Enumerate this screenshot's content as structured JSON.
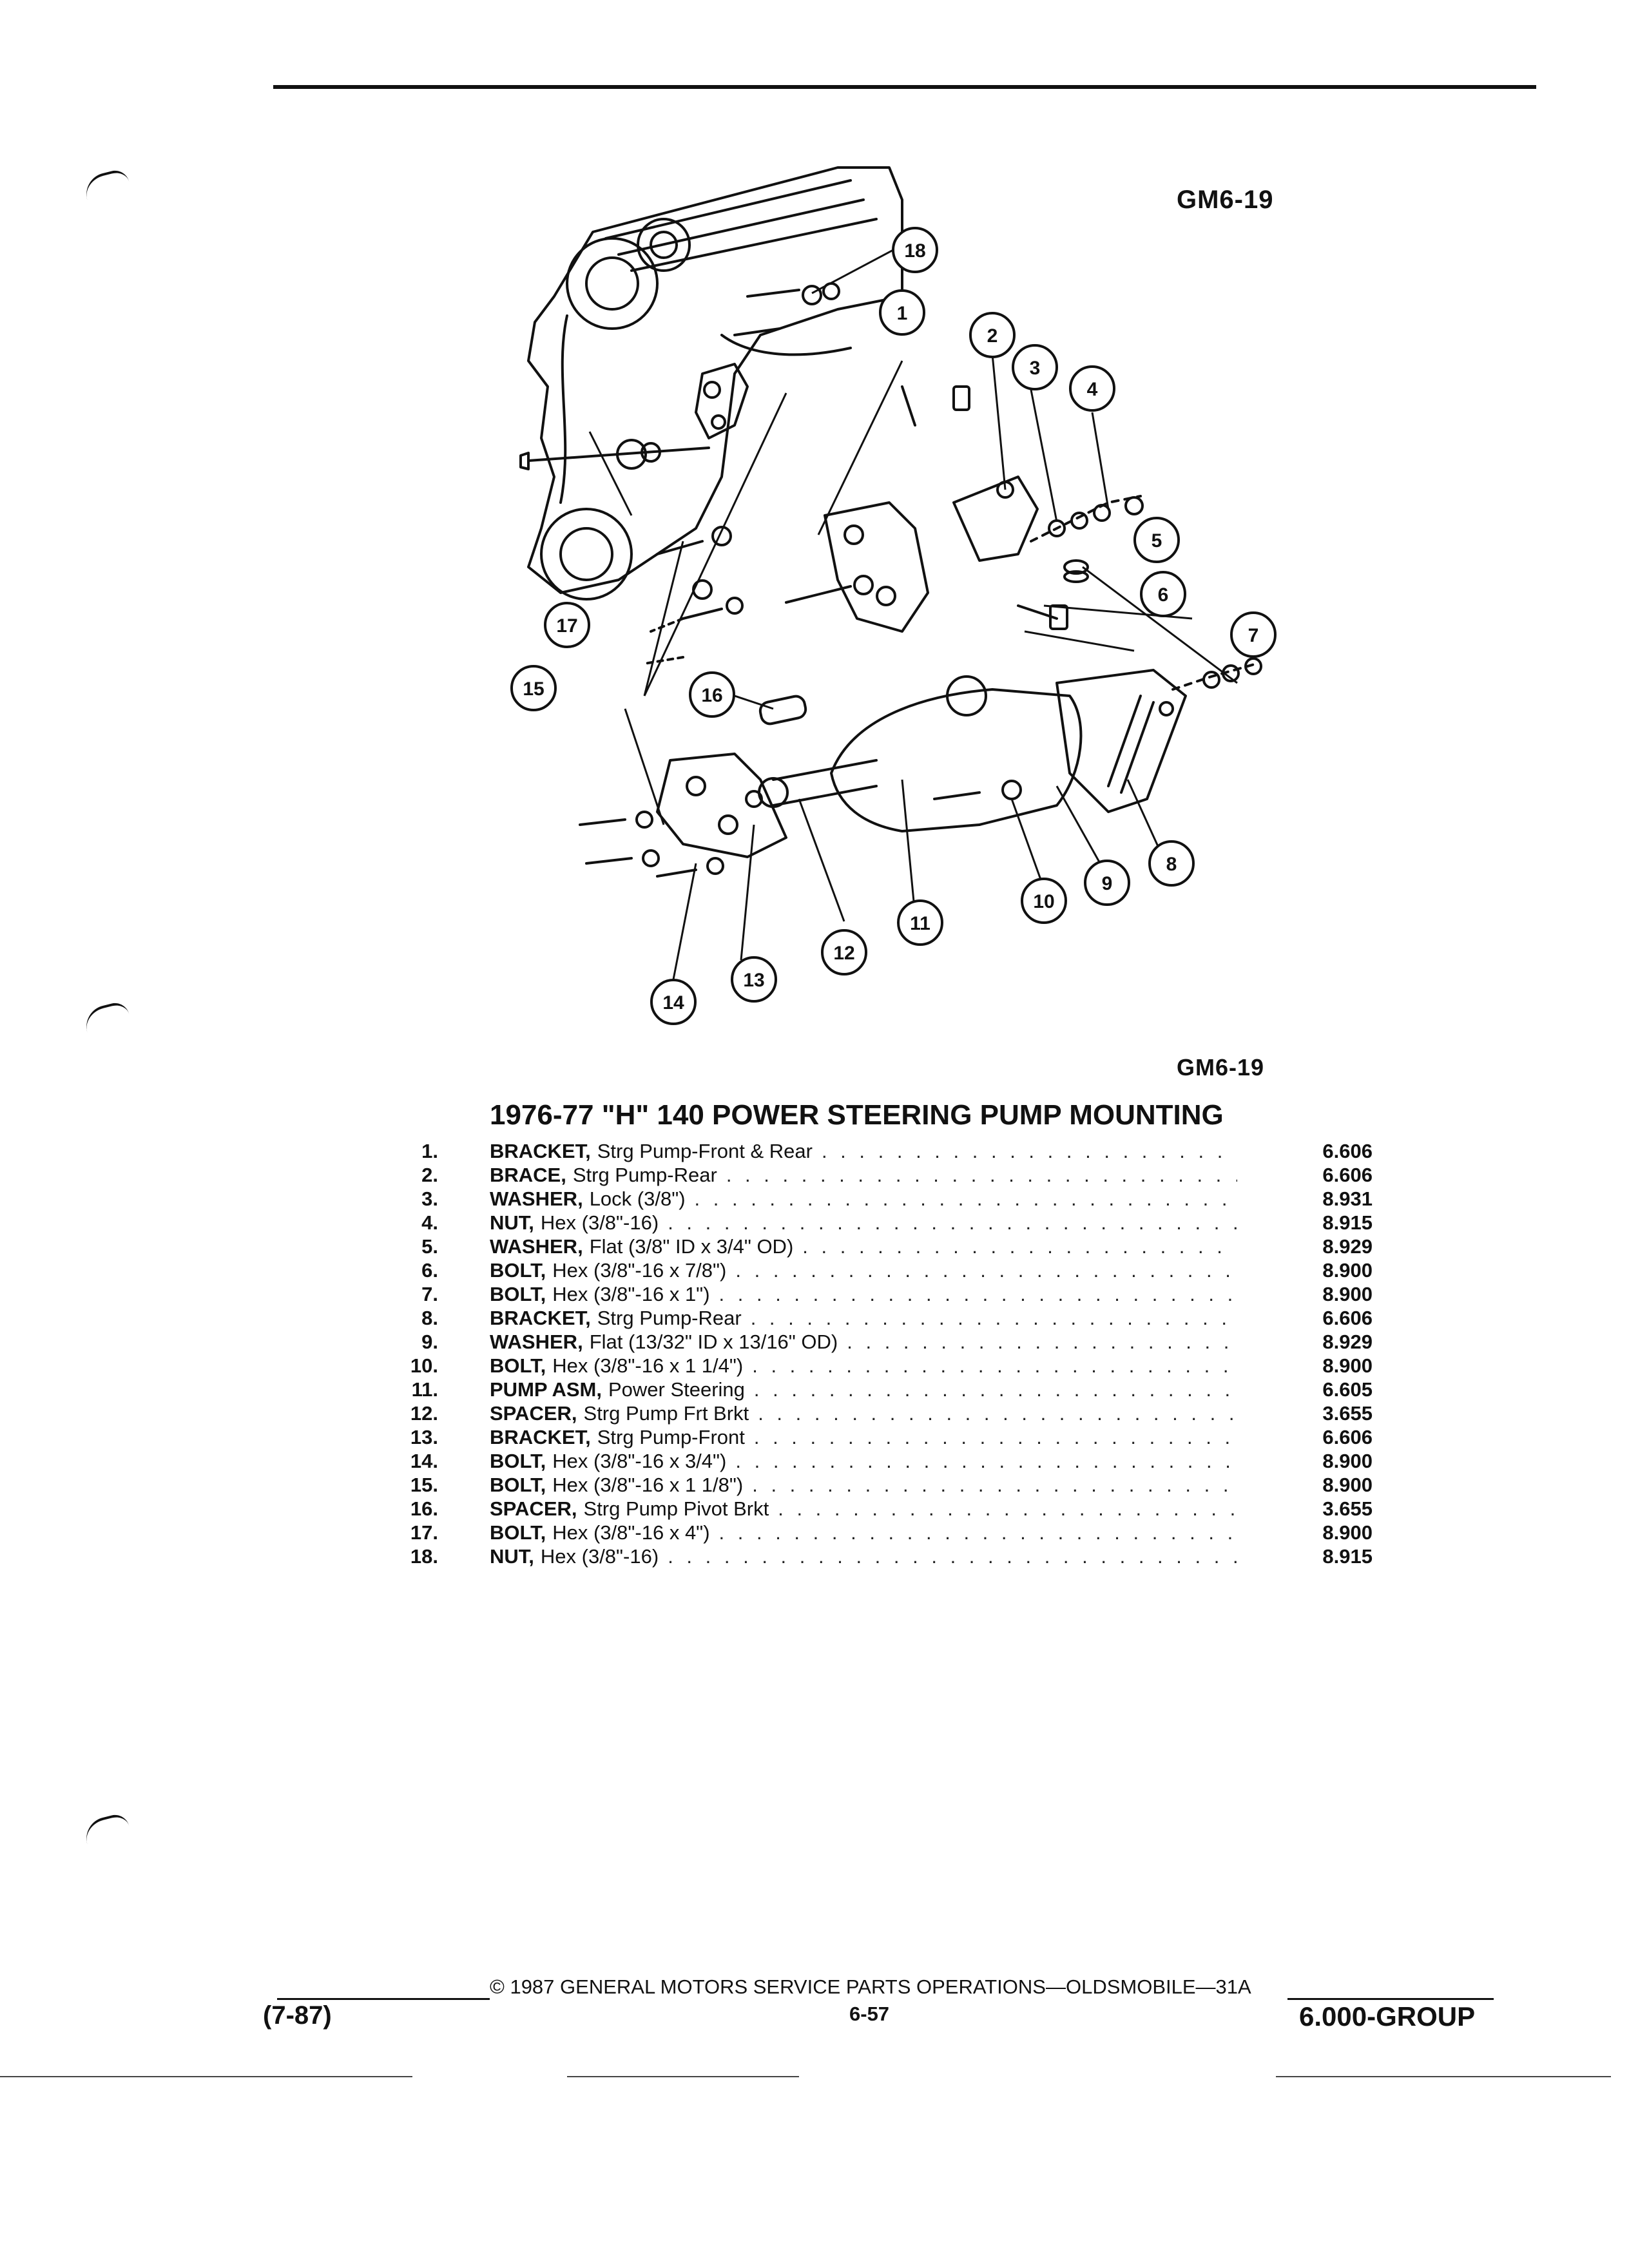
{
  "figure_id": "GM6-19",
  "figure_id_bottom": "GM6-19",
  "section_title": "1976-77 \"H\" 140 POWER STEERING PUMP MOUNTING",
  "callouts": [
    "1",
    "2",
    "3",
    "4",
    "5",
    "6",
    "7",
    "8",
    "9",
    "10",
    "11",
    "12",
    "13",
    "14",
    "15",
    "16",
    "17",
    "18"
  ],
  "parts": [
    {
      "no": "1.",
      "name": "BRACKET,",
      "spec": "Strg Pump-Front & Rear",
      "group": "6.606"
    },
    {
      "no": "2.",
      "name": "BRACE,",
      "spec": "Strg Pump-Rear",
      "group": "6.606"
    },
    {
      "no": "3.",
      "name": "WASHER,",
      "spec": "Lock (3/8\")",
      "group": "8.931"
    },
    {
      "no": "4.",
      "name": "NUT,",
      "spec": "Hex (3/8\"-16)",
      "group": "8.915"
    },
    {
      "no": "5.",
      "name": "WASHER,",
      "spec": "Flat (3/8\" ID x 3/4\" OD)",
      "group": "8.929"
    },
    {
      "no": "6.",
      "name": "BOLT,",
      "spec": "Hex (3/8\"-16 x 7/8\")",
      "group": "8.900"
    },
    {
      "no": "7.",
      "name": "BOLT,",
      "spec": "Hex (3/8\"-16 x 1\")",
      "group": "8.900"
    },
    {
      "no": "8.",
      "name": "BRACKET,",
      "spec": "Strg Pump-Rear",
      "group": "6.606"
    },
    {
      "no": "9.",
      "name": "WASHER,",
      "spec": "Flat (13/32\" ID x 13/16\" OD)",
      "group": "8.929"
    },
    {
      "no": "10.",
      "name": "BOLT,",
      "spec": "Hex (3/8\"-16 x 1 1/4\")",
      "group": "8.900"
    },
    {
      "no": "11.",
      "name": "PUMP ASM,",
      "spec": "Power Steering",
      "group": "6.605"
    },
    {
      "no": "12.",
      "name": "SPACER,",
      "spec": "Strg Pump Frt Brkt",
      "group": "3.655"
    },
    {
      "no": "13.",
      "name": "BRACKET,",
      "spec": "Strg Pump-Front",
      "group": "6.606"
    },
    {
      "no": "14.",
      "name": "BOLT,",
      "spec": "Hex (3/8\"-16 x 3/4\")",
      "group": "8.900"
    },
    {
      "no": "15.",
      "name": "BOLT,",
      "spec": "Hex (3/8\"-16 x 1 1/8\")",
      "group": "8.900"
    },
    {
      "no": "16.",
      "name": "SPACER,",
      "spec": "Strg Pump Pivot Brkt",
      "group": "3.655"
    },
    {
      "no": "17.",
      "name": "BOLT,",
      "spec": "Hex (3/8\"-16 x 4\")",
      "group": "8.900"
    },
    {
      "no": "18.",
      "name": "NUT,",
      "spec": "Hex (3/8\"-16)",
      "group": "8.915"
    }
  ],
  "footer": {
    "date": "(7-87)",
    "copyright": "© 1987 GENERAL MOTORS SERVICE PARTS OPERATIONS—OLDSMOBILE—31A",
    "page": "6-57",
    "group": "6.000-GROUP"
  },
  "icons": {
    "callout_marker": "numbered-circle-icon"
  }
}
